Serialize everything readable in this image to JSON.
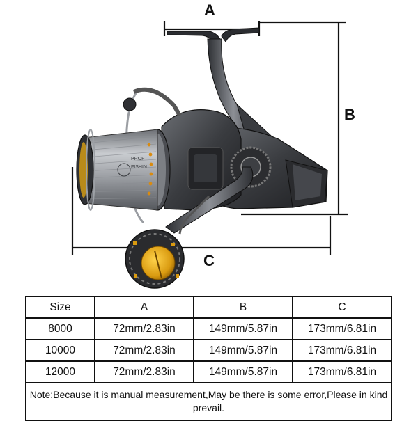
{
  "dimensions": {
    "a_label": "A",
    "b_label": "B",
    "c_label": "C"
  },
  "product_logo_text": [
    "PROF",
    "FISHIN"
  ],
  "table": {
    "headers": [
      "Size",
      "A",
      "B",
      "C"
    ],
    "rows": [
      [
        "8000",
        "72mm/2.83in",
        "149mm/5.87in",
        "173mm/6.81in"
      ],
      [
        "10000",
        "72mm/2.83in",
        "149mm/5.87in",
        "173mm/6.81in"
      ],
      [
        "12000",
        "72mm/2.83in",
        "149mm/5.87in",
        "173mm/6.81in"
      ]
    ],
    "note": "Note:Because it is manual measurement,May be there is some error,Please in kind prevail."
  },
  "colors": {
    "reel_body": "#3c3e42",
    "reel_highlight": "#8d9096",
    "spool_silver": "#b9bcc0",
    "knob_gold": "#e0a81c",
    "dimension_line": "#111111"
  }
}
